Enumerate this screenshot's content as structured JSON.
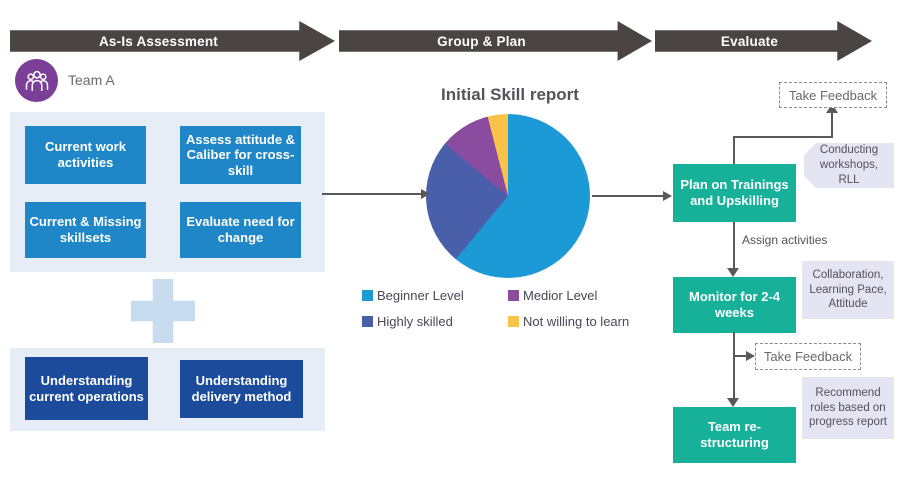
{
  "banners": [
    {
      "label": "As-Is Assessment"
    },
    {
      "label": "Group & Plan"
    },
    {
      "label": "Evaluate"
    }
  ],
  "team": {
    "label": "Team A",
    "icon": "team-people-icon"
  },
  "as_is": {
    "top_boxes": [
      "Current work activities",
      "Assess attitude & Caliber for cross-skill",
      "Current & Missing skillsets",
      "Evaluate need for change"
    ],
    "bottom_boxes": [
      "Understanding current operations",
      "Understanding delivery method"
    ]
  },
  "chart_data": {
    "type": "pie",
    "title": "Initial Skill report",
    "slices": [
      {
        "label": "Beginner Level",
        "value": 61,
        "color": "#1b9ad6"
      },
      {
        "label": "Highly skilled",
        "value": 25,
        "color": "#4a5fa9"
      },
      {
        "label": "Medior Level",
        "value": 10,
        "color": "#8a4c9e"
      },
      {
        "label": "Not willing to learn",
        "value": 4,
        "color": "#f9c34a"
      }
    ],
    "start_angle_deg": 0,
    "direction": "clockwise",
    "legend": [
      {
        "label": "Beginner Level",
        "color": "#1b9ad6"
      },
      {
        "label": "Medior Level",
        "color": "#8a4c9e"
      },
      {
        "label": "Highly skilled",
        "color": "#4a5fa9"
      },
      {
        "label": "Not willing to learn",
        "color": "#f9c34a"
      }
    ],
    "legend_position": "bottom"
  },
  "evaluate_flow": {
    "feedback_top": "Take Feedback",
    "plan_box": "Plan on Trainings and Upskilling",
    "callout_workshops": "Conducting workshops, RLL",
    "assign_label": "Assign activities",
    "monitor_box": "Monitor for 2-4 weeks",
    "callout_monitor": "Collaboration, Learning Pace, Attitude",
    "feedback_mid": "Take Feedback",
    "restructure_box": "Team re-structuring",
    "callout_recommend": "Recommend roles based on progress report"
  },
  "colors": {
    "banner": "#4a4442",
    "box_blue": "#1f86c7",
    "box_dark_blue": "#1c4b9b",
    "panel": "#e6edf7",
    "plus": "#c8dcf0",
    "green": "#16b198",
    "callout": "#e4e4f3",
    "connector": "#595959",
    "team_purple": "#7b3f98",
    "title_text": "#57525b",
    "muted_text": "#6b666b"
  }
}
